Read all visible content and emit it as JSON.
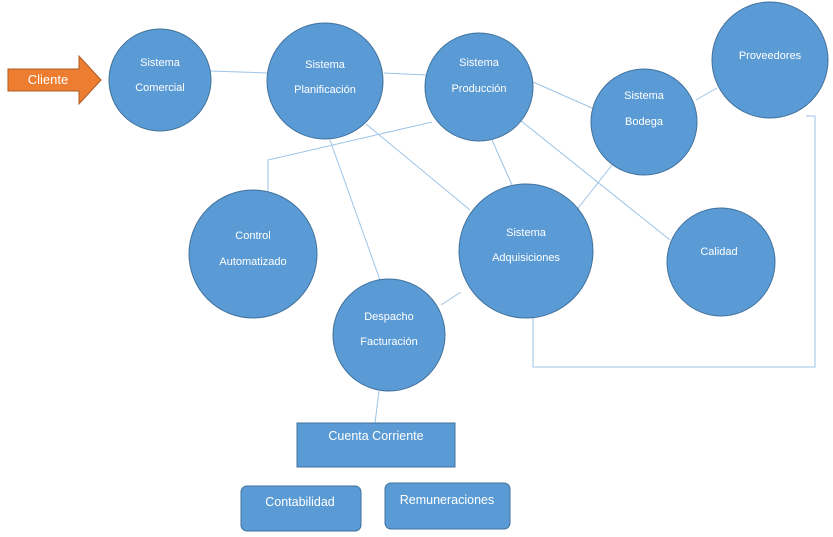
{
  "colors": {
    "node_fill": "#5b9bd5",
    "node_stroke": "#41719c",
    "arrow_fill": "#ed7d31",
    "connector": "#9dc3e6",
    "text": "#ffffff"
  },
  "arrow": {
    "label": "Cliente"
  },
  "nodes": {
    "comercial": {
      "line1": "Sistema",
      "line2": "Comercial"
    },
    "planificacion": {
      "line1": "Sistema",
      "line2": "Planificación"
    },
    "produccion": {
      "line1": "Sistema",
      "line2": "Producción"
    },
    "bodega": {
      "line1": "Sistema",
      "line2": "Bodega"
    },
    "proveedores": {
      "line1": "Proveedores"
    },
    "control": {
      "line1": "Control",
      "line2": "Automatizado"
    },
    "adquisiciones": {
      "line1": "Sistema",
      "line2": "Adquisiciones"
    },
    "calidad": {
      "line1": "Calidad"
    },
    "despacho": {
      "line1": "Despacho",
      "line2": "Facturación"
    }
  },
  "boxes": {
    "cuenta_corriente": "Cuenta Corriente",
    "contabilidad": "Contabilidad",
    "remuneraciones": "Remuneraciones"
  }
}
